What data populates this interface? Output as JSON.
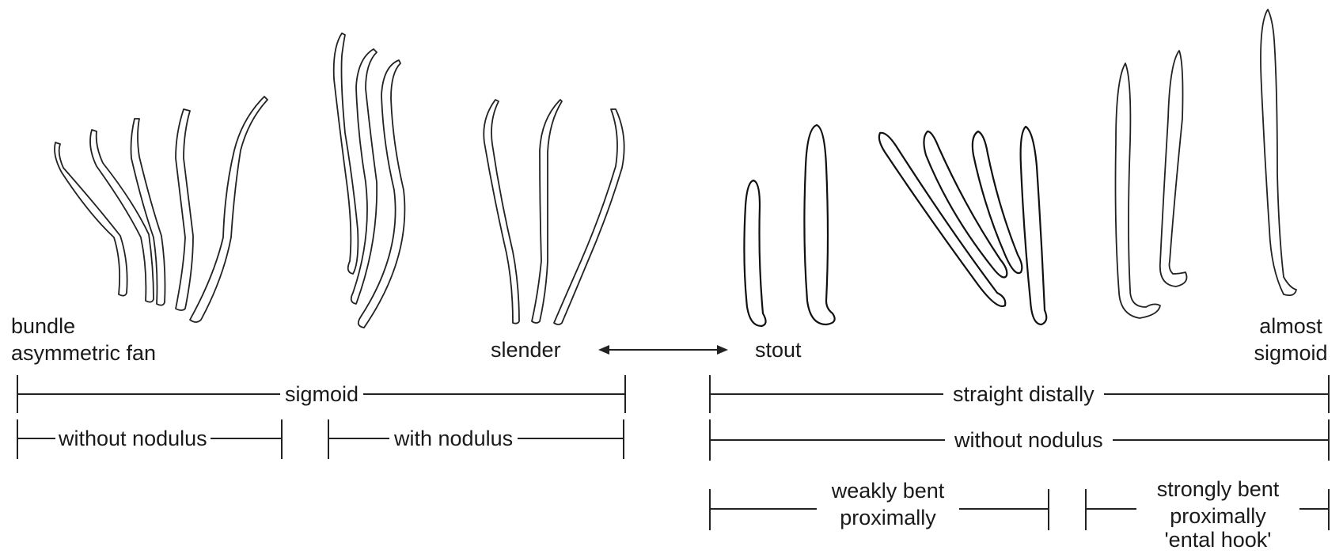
{
  "labels": {
    "bundle": "bundle",
    "asymmetric_fan": "asymmetric fan",
    "slender": "slender",
    "stout": "stout",
    "almost": "almost",
    "sigmoid_top": "sigmoid",
    "sigmoid_bar": "sigmoid",
    "without_nodulus_left": "without nodulus",
    "with_nodulus": "with nodulus",
    "straight_distally": "straight distally",
    "without_nodulus_right": "without nodulus",
    "weakly_bent_1": "weakly bent",
    "weakly_bent_2": "proximally",
    "strongly_bent_1": "strongly bent",
    "strongly_bent_2": "proximally",
    "strongly_bent_3": "'ental hook'"
  },
  "icons": {
    "double_arrow": "double-headed-arrow-icon"
  },
  "colors": {
    "ink": "#1a1a1a",
    "background": "#ffffff"
  }
}
